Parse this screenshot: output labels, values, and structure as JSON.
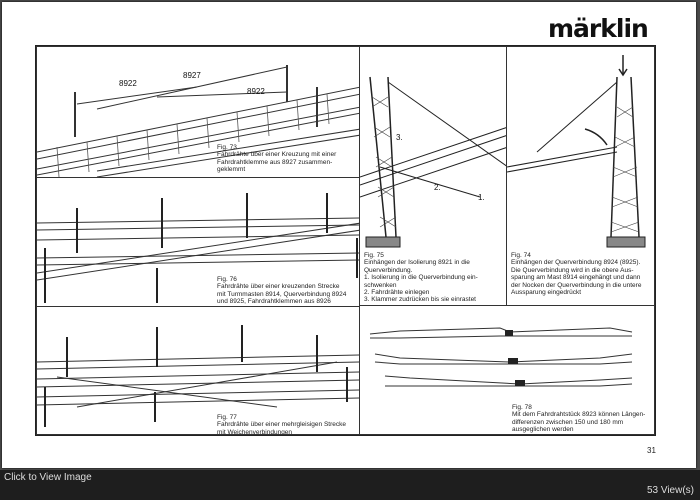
{
  "brand": {
    "logo_text": "märklin"
  },
  "page_number": "31",
  "labels": {
    "l8922a": "8922",
    "l8927": "8927",
    "l8922b": "8922",
    "n3": "3.",
    "n2": "2.",
    "n1": "1."
  },
  "captions": {
    "fig73": "Fig. 73\nFahrdrähte über einer Kreuzung mit einer\nFahrdrahtklemme aus 8927 zusammen-\ngeklemmt",
    "fig75": "Fig. 75\nEinhängen der Isolierung 8921 in die\nQuerverbindung.\n1. Isolierung in die Querverbindung ein-\n    schwenken\n2. Fahrdrähte einlegen\n3. Klammer zudrücken bis sie einrastet",
    "fig74": "Fig. 74\nEinhängen der Querverbindung 8924 (8925).\nDie Querverbindung wird in die obere Aus-\nsparung am Mast 8914 eingehängt und dann\nder Nocken der Querverbindung in die untere\nAussparung eingedrückt",
    "fig76": "Fig. 76\nFahrdrähte über einer kreuzenden Strecke\nmit Turmmasten 8914, Querverbindung 8924\nund 8925, Fahrdrahtklemmen aus 8926",
    "fig77": "Fig. 77\nFahrdrähte über einer mehrgleisigen Strecke\nmit Weichenverbindungen",
    "fig78": "Fig. 78\nMit dem Fahrdrahtstück 8923 können Längen-\ndifferenzen zwischen 150 und 180 mm\nausgeglichen werden"
  },
  "footer": {
    "click_text": "Click to View Image",
    "views_text": "53 View(s)"
  }
}
